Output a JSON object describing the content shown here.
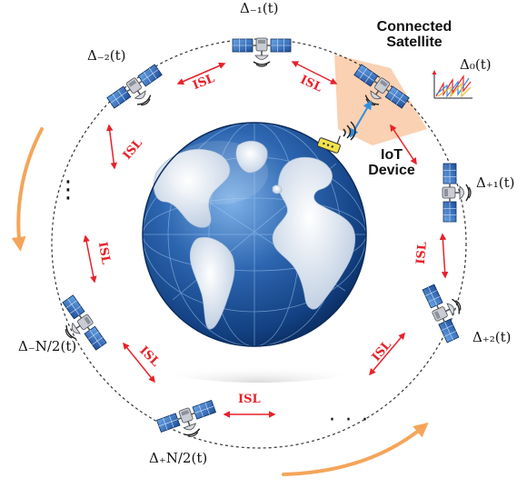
{
  "connected": {
    "line1": "Connected",
    "line2": "Satellite"
  },
  "iot": {
    "line1": "IoT",
    "line2": "Device"
  },
  "isl_label": "ISL",
  "ellipsis": "⋮",
  "ellipsis_h": "· · ·",
  "delta_labels": {
    "m1": "Δ₋₁(t)",
    "m2": "Δ₋₂(t)",
    "zero": "Δ₀(t)",
    "p1": "Δ₊₁(t)",
    "p2": "Δ₊₂(t)",
    "mN2": "Δ₋N/2(t)",
    "pN2": "Δ₊N/2(t)"
  },
  "colors": {
    "earth_ocean": "#2a5fa5",
    "earth_land": "#e8eef6",
    "isl_red": "#e8212a",
    "orbit_arrow": "#f5a55a",
    "beam": "#f9c9a4",
    "panel_blue": "#3a78c4",
    "link_blue": "#2f8fe0",
    "iot_box": "#f2e24a"
  },
  "icons": [
    "satellite-icon",
    "earth-globe-icon",
    "iot-device-icon",
    "signal-icon",
    "arrow-icon"
  ]
}
